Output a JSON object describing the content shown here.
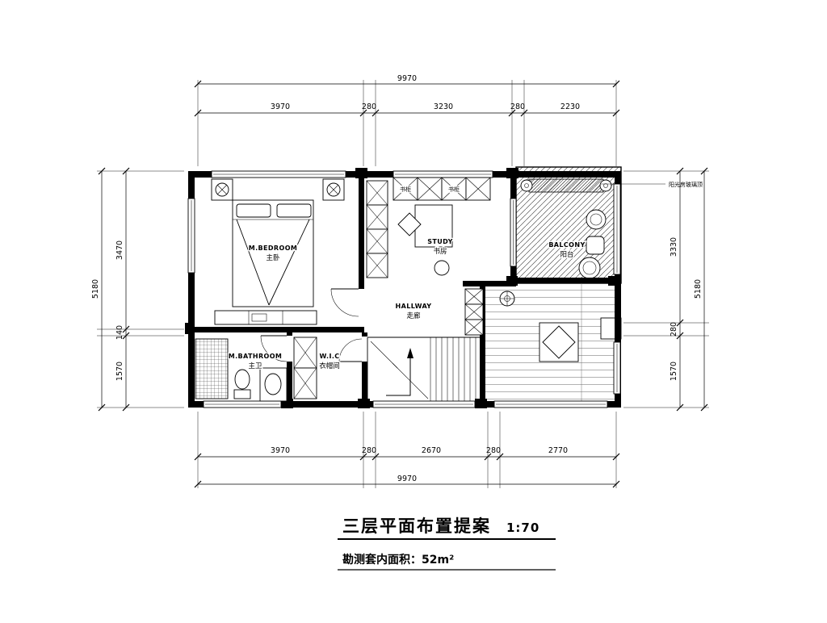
{
  "dimensions": {
    "top": {
      "overall": "9970",
      "segments": [
        "3970",
        "280",
        "3230",
        "280",
        "2230"
      ]
    },
    "bottom": {
      "overall": "9970",
      "segments": [
        "3970",
        "280",
        "2670",
        "280",
        "2770"
      ]
    },
    "left": {
      "overall": "5180",
      "segments": [
        "3470",
        "140",
        "1570"
      ]
    },
    "right": {
      "overall": "5180",
      "segments": [
        "3330",
        "280",
        "1570"
      ]
    }
  },
  "rooms": {
    "bedroom": {
      "en": "M.BEDROOM",
      "zh": "主卧"
    },
    "study": {
      "en": "STUDY",
      "zh": "书房"
    },
    "balcony": {
      "en": "BALCONY",
      "zh": "阳台"
    },
    "hallway": {
      "en": "HALLWAY",
      "zh": "走廊"
    },
    "bathroom": {
      "en": "M.BATHROOM",
      "zh": "主卫"
    },
    "closet": {
      "en": "W.I.C",
      "zh": "衣帽间"
    }
  },
  "labels": {
    "bookcase1": "书柜",
    "bookcase2": "书柜",
    "annotation": "阳光房玻璃顶"
  },
  "title_block": {
    "title": "三层平面布置提案",
    "scale": "1:70",
    "area": "勘测套内面积：52m²"
  },
  "colors": {
    "line": "#000000",
    "background": "#ffffff",
    "hatch": "#333333"
  }
}
